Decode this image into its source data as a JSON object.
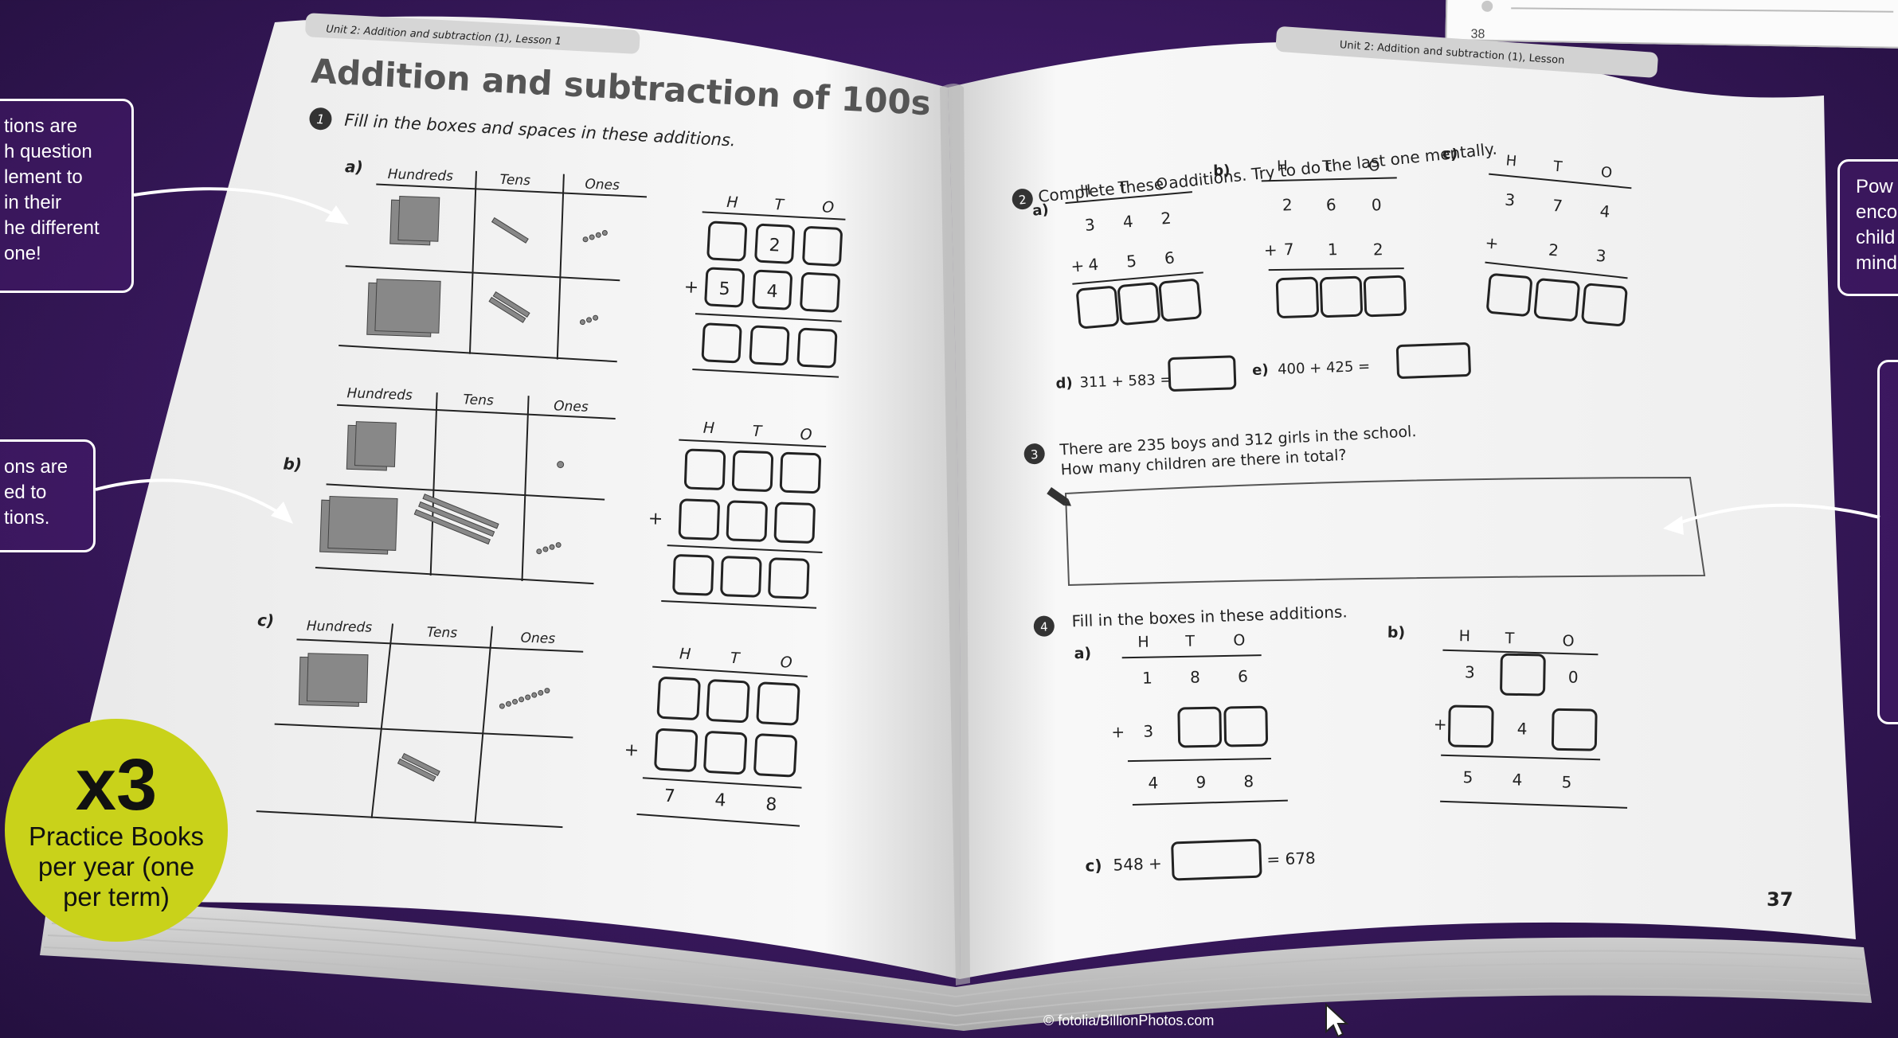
{
  "callouts": {
    "left_top": [
      "tions are",
      "h question",
      "lement to",
      "in their",
      "he different",
      "one!"
    ],
    "left_mid": [
      "ons are",
      "ed to",
      "tions."
    ],
    "right_top": [
      "Pow",
      "enco",
      "child",
      "mind"
    ]
  },
  "badge": {
    "big": "x3",
    "line1": "Practice Books",
    "line2": "per year (one",
    "line3": "per term)"
  },
  "credit": "© fotolia/BillionPhotos.com",
  "slip_page_number": "38",
  "left_page": {
    "header": "Unit 2: Addition and subtraction (1), Lesson 1",
    "title": "Addition and subtraction of 100s",
    "q1_number": "1",
    "q1_text": "Fill in the boxes and spaces in these additions.",
    "part_a": "a)",
    "part_b": "b)",
    "part_c": "c)",
    "col_hundreds": "Hundreds",
    "col_tens": "Tens",
    "col_ones": "Ones",
    "col_h": "H",
    "col_t": "T",
    "col_o": "O",
    "a_top_t": "2",
    "a_bottom_h": "5",
    "a_bottom_t": "4",
    "c_result_h": "7",
    "c_result_t": "4",
    "c_result_o": "8",
    "plus": "+"
  },
  "right_page": {
    "header": "Unit 2: Addition and subtraction (1), Lesson",
    "q2_number": "2",
    "q2_text": "Complete these additions.  Try to do the last one mentally.",
    "q2a": {
      "label": "a)",
      "top": [
        "3",
        "4",
        "2"
      ],
      "bottom": [
        "4",
        "5",
        "6"
      ]
    },
    "q2b": {
      "label": "b)",
      "top": [
        "2",
        "6",
        "0"
      ],
      "bottom": [
        "7",
        "1",
        "2"
      ]
    },
    "q2c": {
      "label": "c)",
      "top": [
        "3",
        "7",
        "4"
      ],
      "bottom": [
        "2",
        "3"
      ]
    },
    "q2d_label": "d)",
    "q2d_expr": "311 + 583 =",
    "q2e_label": "e)",
    "q2e_expr": "400 + 425 =",
    "q3_number": "3",
    "q3_line1": "There are 235 boys and 312 girls in the school.",
    "q3_line2": "How many children are there in total?",
    "q4_number": "4",
    "q4_text": "Fill in the boxes in these additions.",
    "q4a": {
      "label": "a)",
      "top": [
        "1",
        "8",
        "6"
      ],
      "bottom_h": "3",
      "result": [
        "4",
        "9",
        "8"
      ]
    },
    "q4b": {
      "label": "b)",
      "top_h": "3",
      "top_o": "0",
      "bottom_t": "4",
      "result": [
        "5",
        "4",
        "5"
      ]
    },
    "q4c_label": "c)",
    "q4c_left": "548 +",
    "q4c_right": "= 678",
    "page_number": "37"
  }
}
